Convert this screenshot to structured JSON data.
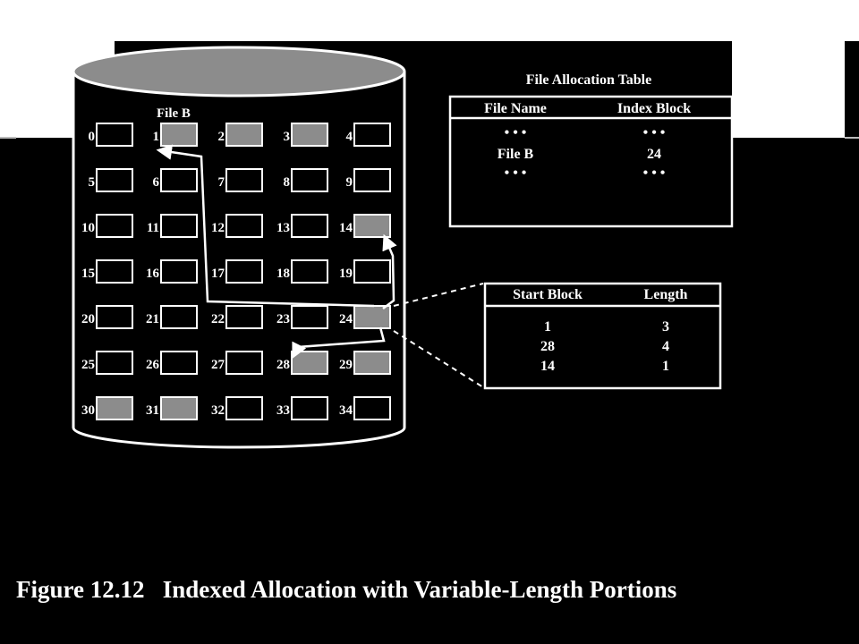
{
  "diagram": {
    "cylinder_label": "File B",
    "blocks": [
      {
        "n": "0",
        "filled": false
      },
      {
        "n": "1",
        "filled": true
      },
      {
        "n": "2",
        "filled": true
      },
      {
        "n": "3",
        "filled": true
      },
      {
        "n": "4",
        "filled": false
      },
      {
        "n": "5",
        "filled": false
      },
      {
        "n": "6",
        "filled": false
      },
      {
        "n": "7",
        "filled": false
      },
      {
        "n": "8",
        "filled": false
      },
      {
        "n": "9",
        "filled": false
      },
      {
        "n": "10",
        "filled": false
      },
      {
        "n": "11",
        "filled": false
      },
      {
        "n": "12",
        "filled": false
      },
      {
        "n": "13",
        "filled": false
      },
      {
        "n": "14",
        "filled": true
      },
      {
        "n": "15",
        "filled": false
      },
      {
        "n": "16",
        "filled": false
      },
      {
        "n": "17",
        "filled": false
      },
      {
        "n": "18",
        "filled": false
      },
      {
        "n": "19",
        "filled": false
      },
      {
        "n": "20",
        "filled": false
      },
      {
        "n": "21",
        "filled": false
      },
      {
        "n": "22",
        "filled": false
      },
      {
        "n": "23",
        "filled": false
      },
      {
        "n": "24",
        "filled": true
      },
      {
        "n": "25",
        "filled": false
      },
      {
        "n": "26",
        "filled": false
      },
      {
        "n": "27",
        "filled": false
      },
      {
        "n": "28",
        "filled": true
      },
      {
        "n": "29",
        "filled": true
      },
      {
        "n": "30",
        "filled": true
      },
      {
        "n": "31",
        "filled": true
      },
      {
        "n": "32",
        "filled": false
      },
      {
        "n": "33",
        "filled": false
      },
      {
        "n": "34",
        "filled": false
      }
    ],
    "fat": {
      "title": "File Allocation Table",
      "headers": [
        "File Name",
        "Index Block"
      ],
      "rows": [
        [
          "• • •",
          "• • •"
        ],
        [
          "File B",
          "24"
        ],
        [
          "• • •",
          "• • •"
        ]
      ]
    },
    "index_block": {
      "headers": [
        "Start Block",
        "Length"
      ],
      "rows": [
        [
          "1",
          "3"
        ],
        [
          "28",
          "4"
        ],
        [
          "14",
          "1"
        ]
      ]
    },
    "colors": {
      "background": "#000000",
      "filled_block": "#8c8c8c",
      "stroke": "#ffffff",
      "cylinder_top": "#8c8c8c"
    }
  },
  "caption": "Figure 12.12   Indexed Allocation with Variable-Length Portions"
}
